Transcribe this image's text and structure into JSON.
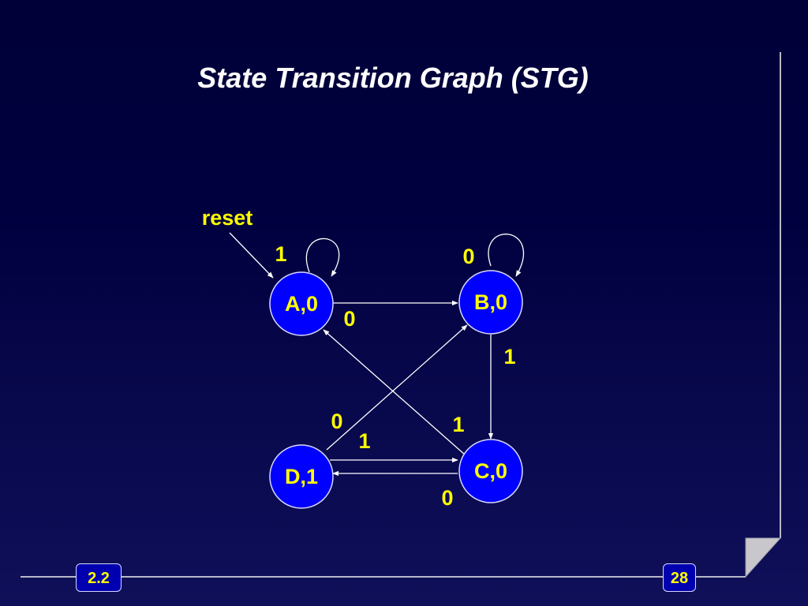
{
  "slide": {
    "title": "State Transition Graph (STG)",
    "section_number": "2.2",
    "page_number": "28"
  },
  "colors": {
    "background": "#000040",
    "state_fill": "#0000ff",
    "label_text": "#ffff00",
    "lines": "#ffffff"
  },
  "diagram": {
    "reset_label": "reset",
    "states": [
      {
        "id": "A",
        "label": "A,0"
      },
      {
        "id": "B",
        "label": "B,0"
      },
      {
        "id": "C",
        "label": "C,0"
      },
      {
        "id": "D",
        "label": "D,1"
      }
    ],
    "transitions": [
      {
        "from": "A",
        "to": "A",
        "input": "1"
      },
      {
        "from": "A",
        "to": "B",
        "input": "0"
      },
      {
        "from": "B",
        "to": "B",
        "input": "0"
      },
      {
        "from": "B",
        "to": "C",
        "input": "1"
      },
      {
        "from": "C",
        "to": "A",
        "input": "1"
      },
      {
        "from": "C",
        "to": "D",
        "input": "0"
      },
      {
        "from": "D",
        "to": "B",
        "input": "0"
      },
      {
        "from": "D",
        "to": "C",
        "input": "1"
      }
    ]
  }
}
